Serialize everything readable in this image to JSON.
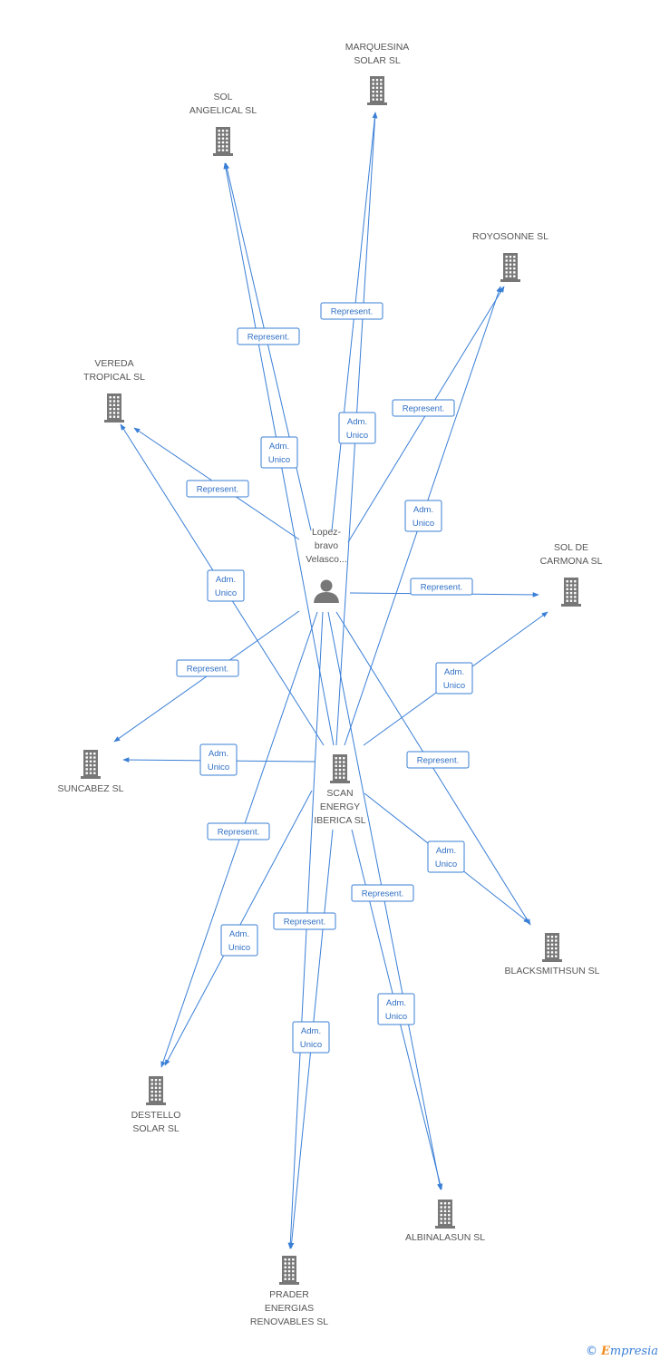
{
  "nodes": [
    {
      "id": "person",
      "type": "person",
      "label": [
        "Lopez-",
        "bravo",
        "Velasco..."
      ]
    },
    {
      "id": "scan",
      "type": "company",
      "label": [
        "SCAN",
        "ENERGY",
        "IBERICA SL"
      ]
    },
    {
      "id": "marquesina",
      "type": "company",
      "label": [
        "MARQUESINA",
        "SOLAR SL"
      ]
    },
    {
      "id": "angelical",
      "type": "company",
      "label": [
        "SOL",
        "ANGELICAL SL"
      ]
    },
    {
      "id": "royosonne",
      "type": "company",
      "label": [
        "ROYOSONNE SL"
      ]
    },
    {
      "id": "vereda",
      "type": "company",
      "label": [
        "VEREDA",
        "TROPICAL SL"
      ]
    },
    {
      "id": "carmona",
      "type": "company",
      "label": [
        "SOL DE",
        "CARMONA SL"
      ]
    },
    {
      "id": "suncabez",
      "type": "company",
      "label": [
        "SUNCABEZ SL"
      ]
    },
    {
      "id": "blacksmith",
      "type": "company",
      "label": [
        "BLACKSMITHSUN SL"
      ]
    },
    {
      "id": "destello",
      "type": "company",
      "label": [
        "DESTELLO",
        "SOLAR SL"
      ]
    },
    {
      "id": "albinalasun",
      "type": "company",
      "label": [
        "ALBINALASUN SL"
      ]
    },
    {
      "id": "prader",
      "type": "company",
      "label": [
        "PRADER",
        "ENERGIAS",
        "RENOVABLES SL"
      ]
    }
  ],
  "edges": [
    {
      "from": "person",
      "to": "angelical",
      "label": [
        "Represent."
      ]
    },
    {
      "from": "person",
      "to": "marquesina",
      "label": [
        "Represent."
      ]
    },
    {
      "from": "person",
      "to": "royosonne",
      "label": [
        "Represent."
      ]
    },
    {
      "from": "person",
      "to": "vereda",
      "label": [
        "Represent."
      ]
    },
    {
      "from": "person",
      "to": "carmona",
      "label": [
        "Represent."
      ]
    },
    {
      "from": "person",
      "to": "suncabez",
      "label": [
        "Represent."
      ]
    },
    {
      "from": "person",
      "to": "blacksmith",
      "label": [
        "Represent."
      ]
    },
    {
      "from": "person",
      "to": "destello",
      "label": [
        "Represent."
      ]
    },
    {
      "from": "person",
      "to": "prader",
      "label": [
        "Represent."
      ]
    },
    {
      "from": "person",
      "to": "albinalasun",
      "label": [
        "Represent."
      ]
    },
    {
      "from": "scan",
      "to": "angelical",
      "label": [
        "Adm.",
        "Unico"
      ]
    },
    {
      "from": "scan",
      "to": "marquesina",
      "label": [
        "Adm.",
        "Unico"
      ]
    },
    {
      "from": "scan",
      "to": "royosonne",
      "label": [
        "Adm.",
        "Unico"
      ]
    },
    {
      "from": "scan",
      "to": "vereda",
      "label": [
        "Adm.",
        "Unico"
      ]
    },
    {
      "from": "scan",
      "to": "carmona",
      "label": [
        "Adm.",
        "Unico"
      ]
    },
    {
      "from": "scan",
      "to": "suncabez",
      "label": [
        "Adm.",
        "Unico"
      ]
    },
    {
      "from": "scan",
      "to": "blacksmith",
      "label": [
        "Adm.",
        "Unico"
      ]
    },
    {
      "from": "scan",
      "to": "destello",
      "label": [
        "Adm.",
        "Unico"
      ]
    },
    {
      "from": "scan",
      "to": "prader",
      "label": [
        "Adm.",
        "Unico"
      ]
    },
    {
      "from": "scan",
      "to": "albinalasun",
      "label": [
        "Adm.",
        "Unico"
      ]
    }
  ],
  "footer": {
    "copyright_symbol": "©",
    "brand_initial": "E",
    "brand_rest": "mpresia"
  },
  "colors": {
    "edge": "#3a7fd6",
    "icon": "#777777",
    "label_text": "#555555"
  }
}
